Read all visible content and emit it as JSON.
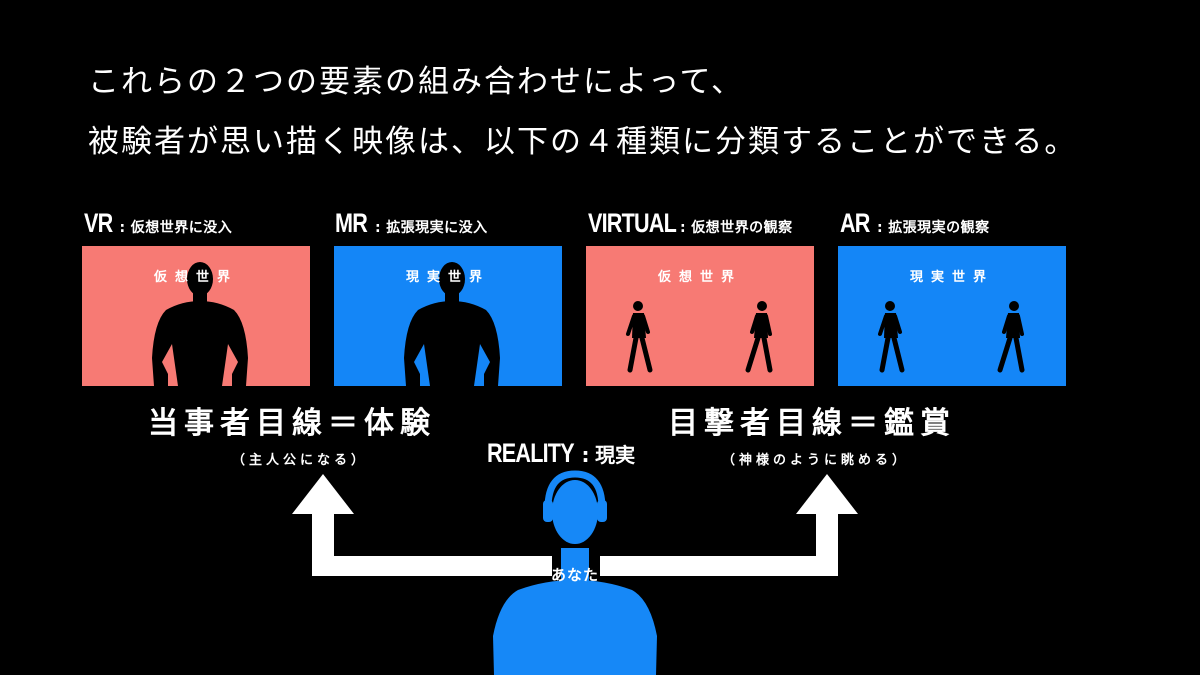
{
  "heading": {
    "line1": "これらの２つの要素の組み合わせによって、",
    "line2": "被験者が思い描く映像は、以下の４種類に分類することができる。"
  },
  "panels": [
    {
      "code": "VR",
      "separator": ":",
      "desc": "仮想世界に没入",
      "world": "仮想世界",
      "color": "#f77a74"
    },
    {
      "code": "MR",
      "separator": ":",
      "desc": "拡張現実に没入",
      "world": "現実世界",
      "color": "#1486f7"
    },
    {
      "code": "VIRTUAL",
      "separator": ":",
      "desc": "仮想世界の観察",
      "world": "仮想世界",
      "color": "#f77a74"
    },
    {
      "code": "AR",
      "separator": ":",
      "desc": "拡張現実の観察",
      "world": "現実世界",
      "color": "#1486f7"
    }
  ],
  "categories": {
    "left": {
      "title": "当事者目線＝体験",
      "sub": "（主人公になる）"
    },
    "right": {
      "title": "目撃者目線＝鑑賞",
      "sub": "（神様のように眺める）"
    }
  },
  "reality": {
    "code": "REALITY",
    "separator": ":",
    "desc": "現実"
  },
  "you_label": "あなた",
  "colors": {
    "background": "#000000",
    "pink": "#f77a74",
    "blue": "#1486f7",
    "you": "#1688f7",
    "arrow": "#ffffff",
    "silhouette": "#000000"
  }
}
